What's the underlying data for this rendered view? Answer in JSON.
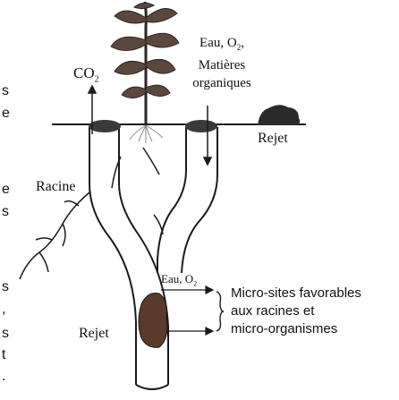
{
  "labels": {
    "co2": "CO",
    "co2_sub": "2",
    "eau_top_line1_prefix": "Eau, O",
    "eau_top_line1_sub": "2",
    "eau_top_line1_suffix": ",",
    "eau_top_line2": "Matières",
    "eau_top_line3": "organiques",
    "rejet_top": "Rejet",
    "racine": "Racine",
    "rejet_bottom": "Rejet",
    "eau_mid_prefix": "Eau, O",
    "eau_mid_sub": "2",
    "micro_line1": "Micro-sites favorables",
    "micro_line2": "aux racines et",
    "micro_line3": "micro-organismes",
    "edge_s1": "s",
    "edge_e1": "e",
    "edge_e2": "e",
    "edge_s2": "s",
    "edge_s3": "s",
    "edge_comma": ",",
    "edge_s4": "s",
    "edge_t": "t",
    "edge_dot": "."
  },
  "colors": {
    "line": "#1a1a1a",
    "leaf": "#5a4840",
    "leaf_dark": "#2e2420",
    "hole": "#3a3a3a",
    "cast": "#2b2b2b",
    "cast_brown": "#5a3a2a"
  }
}
